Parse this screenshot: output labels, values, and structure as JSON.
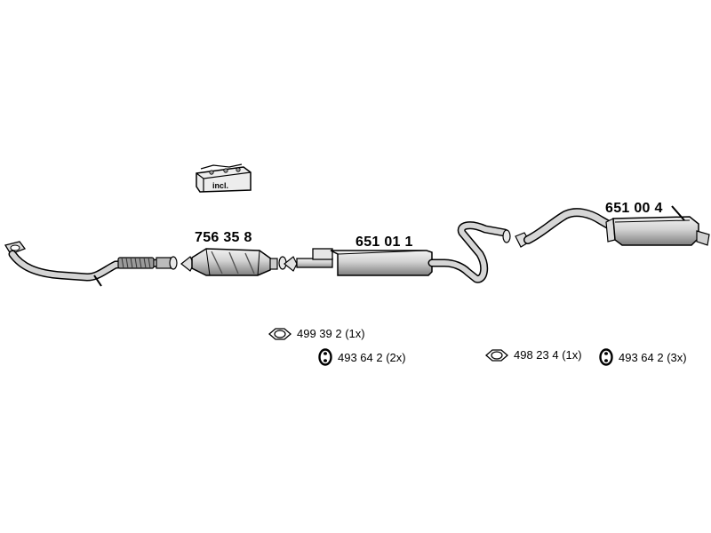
{
  "kit": {
    "label": "incl.",
    "icon": "hardware-kit-box-icon"
  },
  "parts": {
    "front_pipe": {
      "icon": "front-pipe-icon"
    },
    "catalytic_converter": {
      "number": "756 35 8",
      "icon": "catalytic-converter-icon"
    },
    "middle_silencer": {
      "number": "651 01 1",
      "icon": "middle-silencer-icon"
    },
    "rear_silencer": {
      "number": "651 00 4",
      "icon": "rear-silencer-icon"
    }
  },
  "legend": [
    {
      "icon": "gasket-ring-icon",
      "text": "499 39 2 (1x)"
    },
    {
      "icon": "rubber-mount-icon",
      "text": "493 64 2 (2x)"
    },
    {
      "icon": "gasket-ring-icon",
      "text": "498 23 4 (1x)"
    },
    {
      "icon": "rubber-mount-icon",
      "text": "493 64 2 (3x)"
    }
  ],
  "colors": {
    "line": "#000000",
    "fill_light": "#e6e6e6",
    "fill_mid": "#bdbdbd",
    "fill_dark": "#8a8a8a"
  }
}
